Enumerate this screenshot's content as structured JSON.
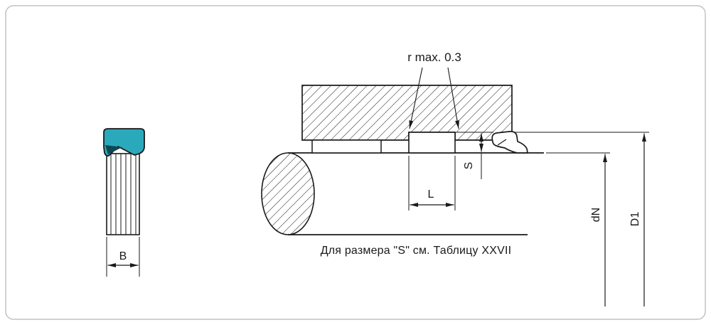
{
  "drawing": {
    "radius_note": "r max. 0.3",
    "caption": "Для размера \"S\" см. Таблицу XXVII",
    "dims": {
      "b": "B",
      "l": "L",
      "s": "S",
      "dn": "dN",
      "d1": "D1"
    }
  },
  "colors": {
    "seal": "#2BA9BC",
    "seal_shadow": "#0d4752",
    "line": "#1a1a1a",
    "border": "#c2c2c2"
  }
}
